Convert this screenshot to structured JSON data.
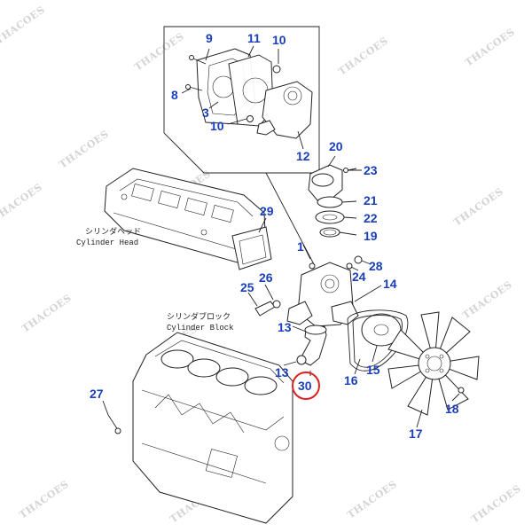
{
  "watermark": "THACOES",
  "labels": {
    "cylinder_head_jp": "シリンダヘッド",
    "cylinder_head_en": "Cylinder Head",
    "cylinder_block_jp": "シリンダブロック",
    "cylinder_block_en": "Cylinder Block"
  },
  "callouts": [
    "9",
    "11",
    "10",
    "8",
    "3",
    "10",
    "12",
    "20",
    "23",
    "21",
    "22",
    "19",
    "29",
    "1",
    "24",
    "28",
    "26",
    "25",
    "14",
    "13",
    "13",
    "30",
    "16",
    "15",
    "27",
    "18",
    "17"
  ],
  "highlight": {
    "part": "30",
    "color": "#e02020"
  },
  "colors": {
    "callout": "#1a3fb8",
    "line": "#222222",
    "watermark": "#d4d4d4"
  }
}
